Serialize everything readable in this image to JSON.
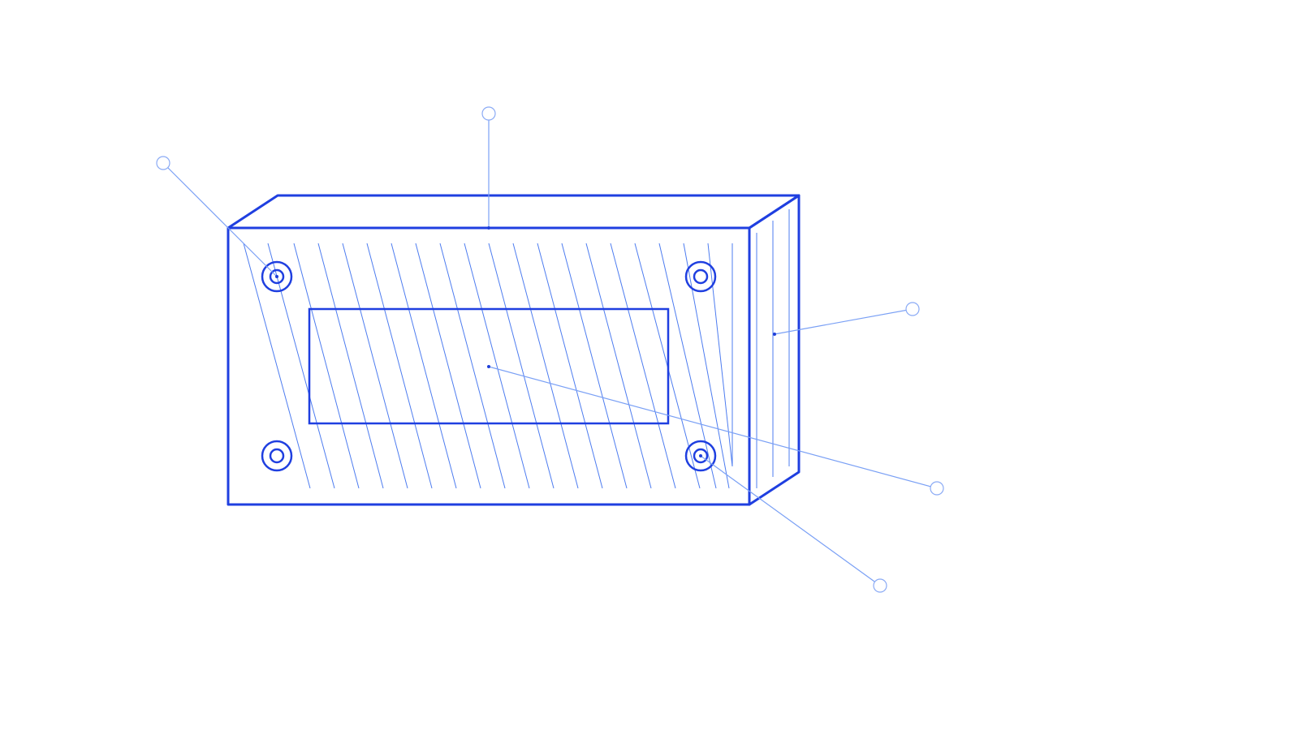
{
  "diagram": {
    "description_free": true,
    "colors": {
      "outline": "#1f3fe0",
      "hatch": "#4d7cf0",
      "leader": "#7aa0f5",
      "background": "#ffffff"
    },
    "parts": [
      {
        "id": "front-face",
        "shape": "rectangle"
      },
      {
        "id": "top-face",
        "shape": "parallelogram"
      },
      {
        "id": "side-face",
        "shape": "parallelogram"
      },
      {
        "id": "window-cutout",
        "shape": "rectangle"
      },
      {
        "id": "mounting-holes",
        "count": 4,
        "shape": "concentric-circles"
      }
    ],
    "callouts": [
      {
        "id": "callout-mounting-hole-top-left",
        "label": ""
      },
      {
        "id": "callout-top-edge",
        "label": ""
      },
      {
        "id": "callout-side-face",
        "label": ""
      },
      {
        "id": "callout-window",
        "label": ""
      },
      {
        "id": "callout-mounting-hole-bottom-right",
        "label": ""
      }
    ]
  }
}
